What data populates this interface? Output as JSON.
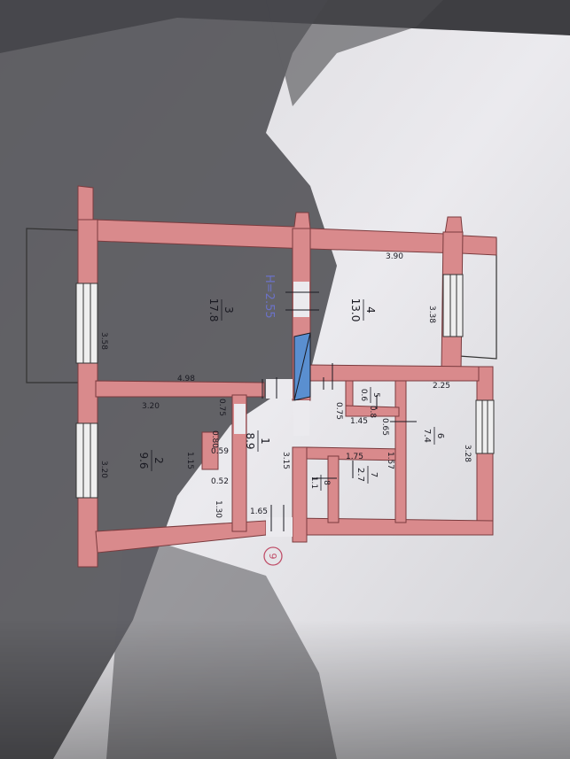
{
  "colors": {
    "wall": "#d98a8c",
    "wall_edge": "#7a3b3e",
    "paper": "#ebeaed",
    "shadow": "#4b4b4f",
    "ink": "#1a1a22",
    "pencil_blue": "#6b72c7",
    "door_blue": "#5a8fd0",
    "stamp_red": "#c0506a"
  },
  "plan": {
    "height_note": "H=2.55",
    "stamp_number": "9",
    "rooms": [
      {
        "id": "room-1",
        "number": "1",
        "area": "8.9"
      },
      {
        "id": "room-2",
        "number": "2",
        "area": "9.6"
      },
      {
        "id": "room-3",
        "number": "3",
        "area": "17.8"
      },
      {
        "id": "room-4",
        "number": "4",
        "area": "13.0"
      },
      {
        "id": "room-5",
        "number": "5",
        "area": "0.6"
      },
      {
        "id": "room-6",
        "number": "6",
        "area": "7.4"
      },
      {
        "id": "room-7",
        "number": "7",
        "area": "2.7"
      },
      {
        "id": "room-8",
        "number": "8",
        "area": "1.1"
      }
    ],
    "dimensions": [
      "3.90",
      "3.38",
      "3.58",
      "4.98",
      "3.20",
      "3.20",
      "2.25",
      "3.28",
      "0.75",
      "0.75",
      "1.45",
      "0.65",
      "1.75",
      "1.57",
      "0.59",
      "1.15",
      "0.52",
      "1.30",
      "1.65",
      "3.15",
      "0.80",
      "0.8"
    ]
  }
}
